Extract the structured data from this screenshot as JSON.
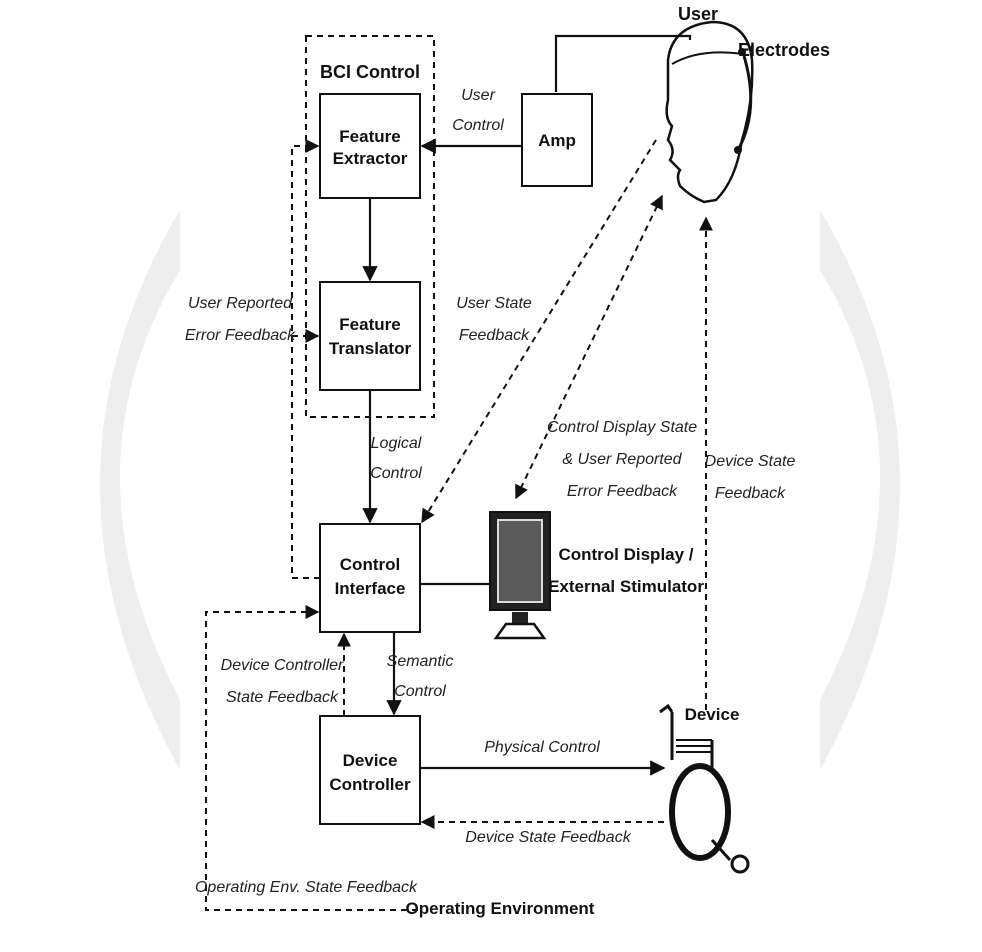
{
  "diagram": {
    "nodes": {
      "bci_control": "BCI Control",
      "feature_extractor": [
        "Feature",
        "Extractor"
      ],
      "feature_translator": [
        "Feature",
        "Translator"
      ],
      "amp": "Amp",
      "user": "User",
      "electrodes": "Electrodes",
      "control_interface": [
        "Control",
        "Interface"
      ],
      "control_display": [
        "Control Display /",
        "External Stimulator"
      ],
      "device_controller": [
        "Device",
        "Controller"
      ],
      "device": "Device",
      "operating_environment": "Operating Environment"
    },
    "edges": {
      "user_control": [
        "User",
        "Control"
      ],
      "user_reported_error": [
        "User Reported",
        "Error Feedback"
      ],
      "user_state_feedback": [
        "User State",
        "Feedback"
      ],
      "logical_control": [
        "Logical",
        "Control"
      ],
      "control_display_state": [
        "Control Display State",
        "& User Reported",
        "Error Feedback"
      ],
      "device_state_feedback_right": [
        "Device State",
        "Feedback"
      ],
      "device_controller_state": [
        "Device Controller",
        "State Feedback"
      ],
      "semantic_control": [
        "Semantic",
        "Control"
      ],
      "physical_control": "Physical Control",
      "device_state_feedback_bottom": "Device State Feedback",
      "operating_env_feedback": "Operating Env. State Feedback"
    }
  },
  "colors": {
    "stroke": "#111111",
    "background_ring": "#ededed",
    "monitor_screen": "#555555"
  }
}
